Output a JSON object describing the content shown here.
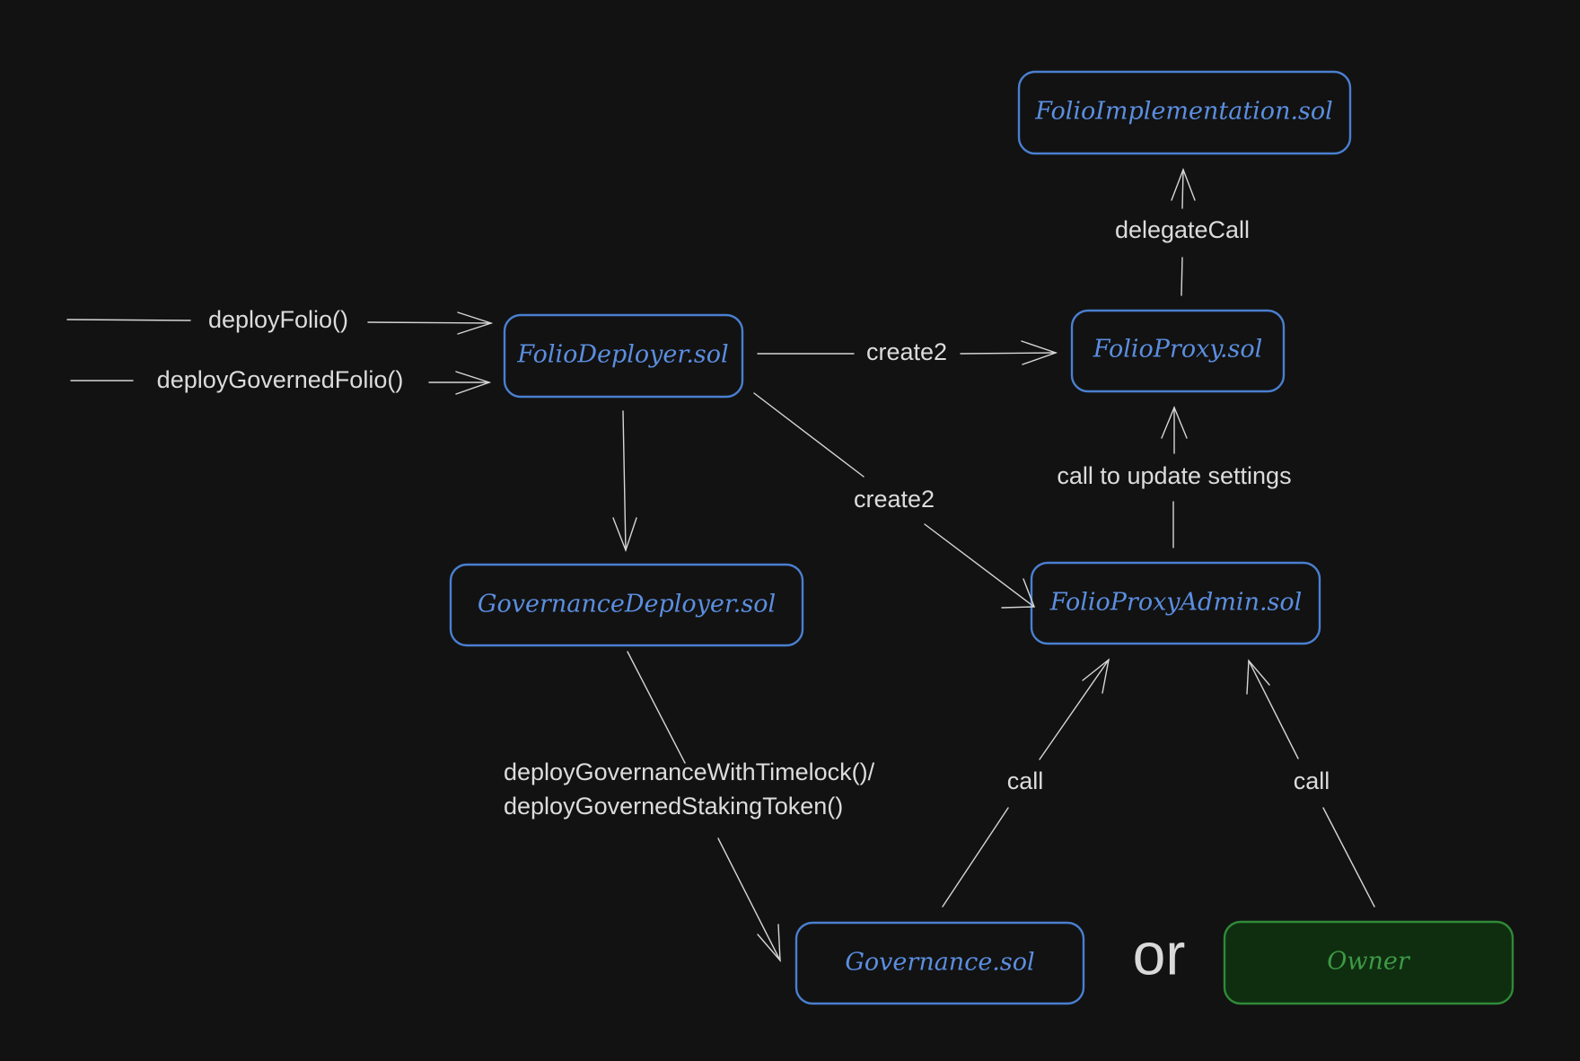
{
  "nodes": {
    "folio_implementation": "FolioImplementation.sol",
    "folio_deployer": "FolioDeployer.sol",
    "folio_proxy": "FolioProxy.sol",
    "governance_deployer": "GovernanceDeployer.sol",
    "folio_proxy_admin": "FolioProxyAdmin.sol",
    "governance": "Governance.sol",
    "owner": "Owner"
  },
  "edges": {
    "deploy_folio": "deployFolio()",
    "deploy_governed_folio": "deployGovernedFolio()",
    "create2_proxy": "create2",
    "create2_admin": "create2",
    "delegate_call": "delegateCall",
    "update_settings": "call to update settings",
    "deploy_governance_line1": "deployGovernanceWithTimelock()/",
    "deploy_governance_line2": "deployGovernedStakingToken()",
    "call_governance": "call",
    "call_owner": "call"
  },
  "or_label": "or",
  "colors": {
    "background": "#121212",
    "node_stroke": "#4a7fd0",
    "node_text": "#5b8ee0",
    "owner_fill": "#0f2e10",
    "owner_stroke": "#2f8a37",
    "owner_text": "#3d9a45",
    "edge": "#d6d6d6"
  }
}
